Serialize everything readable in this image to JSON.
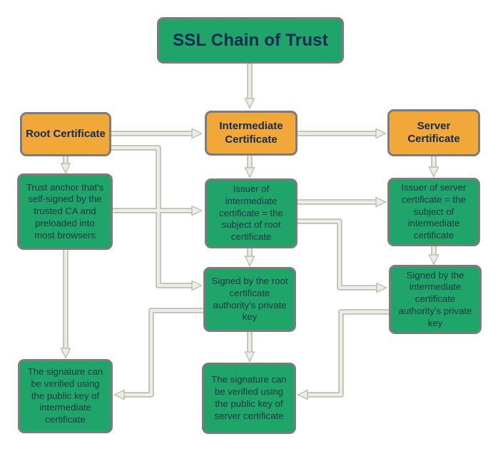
{
  "title_node": {
    "label": "SSL Chain of Trust"
  },
  "nodes": {
    "root_certificate": {
      "label": "Root Certificate"
    },
    "intermediate_certificate": {
      "label": "Intermediate\nCertificate"
    },
    "server_certificate": {
      "label": "Server\nCertificate"
    },
    "trust_anchor": {
      "label": "Trust anchor that's\nself-signed by the\ntrusted CA and\npreloaded into\nmost browsers"
    },
    "issuer_of_intermediate": {
      "label": "Issuer of\nintermediate\ncertificate = the\nsubject of root\ncertificate"
    },
    "issuer_of_server": {
      "label": "Issuer of server\ncertificate = the\nsubject of\nintermediate\ncertificate"
    },
    "signed_by_root": {
      "label": "Signed by the root\ncertificate\nauthority's private\nkey"
    },
    "signed_by_intermediate": {
      "label": "Signed by the\nintermediate\ncertificate\nauthority's private\nkey"
    },
    "verify_intermediate": {
      "label": "The signature can\nbe verified using\nthe public key of\nintermediate\ncertificate"
    },
    "verify_server": {
      "label": "The signature can\nbe verified using\nthe public key of\nserver certificate"
    }
  },
  "colors": {
    "node_green": "#1FA46A",
    "node_orange": "#F2A838",
    "node_border": "#7C7C7C",
    "arrow_fill": "#ECEEE5",
    "arrow_outline": "#B3B8AA",
    "heading_text": "#132B4E",
    "body_text": "#1B3744"
  }
}
